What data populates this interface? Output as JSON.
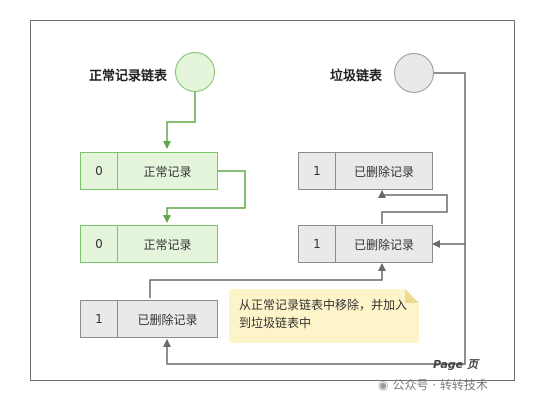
{
  "lists": {
    "normal": {
      "title": "正常记录链表"
    },
    "garbage": {
      "title": "垃圾链表"
    }
  },
  "records": {
    "normal_1": {
      "flag": "0",
      "text": "正常记录"
    },
    "normal_2": {
      "flag": "0",
      "text": "正常记录"
    },
    "deleted_moving": {
      "flag": "1",
      "text": "已删除记录"
    },
    "garbage_1": {
      "flag": "1",
      "text": "已删除记录"
    },
    "garbage_2": {
      "flag": "1",
      "text": "已删除记录"
    }
  },
  "note": {
    "text": "从正常记录链表中移除，并加入到垃圾链表中"
  },
  "page_mark": "Page 页",
  "watermark": {
    "text": "公众号 · 转转技术"
  },
  "colors": {
    "green_fill": "#e4f5dc",
    "green_stroke": "#7cc46a",
    "gray_fill": "#e9e9ec",
    "gray_stroke": "#8c8c8c",
    "note_fill": "#fdf4c9",
    "wire_green": "#5fa84a",
    "wire_gray": "#6a6a6a"
  }
}
